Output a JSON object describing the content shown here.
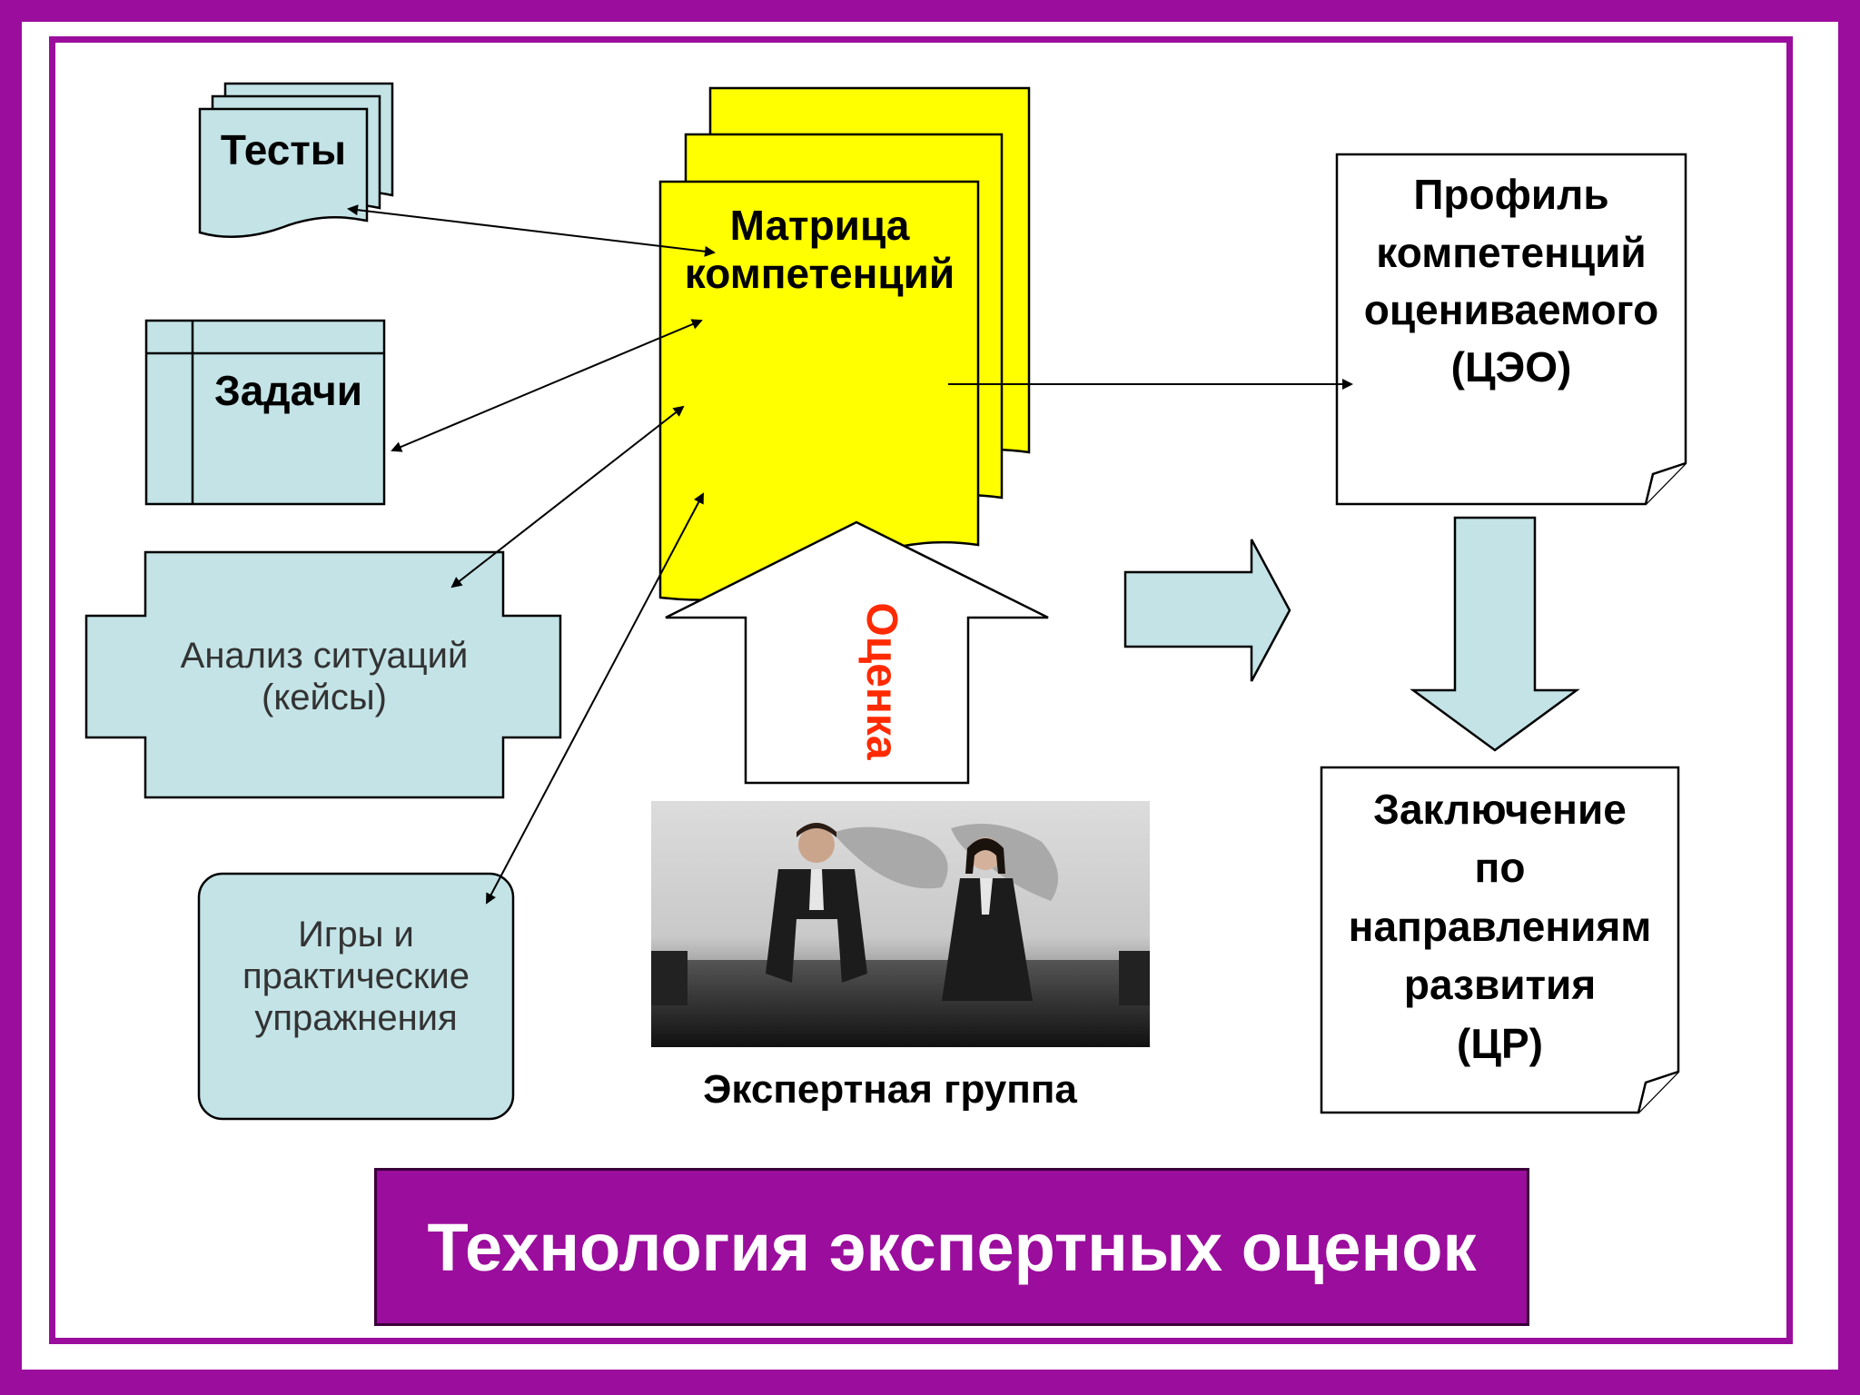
{
  "colors": {
    "frame": "#9b0d9c",
    "matrix_fill": "#ffff00",
    "box_fill": "#c3e3e6",
    "assessment_text": "#ff2a00"
  },
  "nodes": {
    "tests": "Тесты",
    "tasks": "Задачи",
    "case_analysis": {
      "line1": "Анализ ситуаций",
      "line2": "(кейсы)"
    },
    "games": {
      "line1": "Игры и",
      "line2": "практические",
      "line3": "упражнения"
    },
    "matrix": {
      "line1": "Матрица",
      "line2": "компетенций"
    },
    "assessment": "Оценка",
    "expert_group": "Экспертная группа",
    "profile": {
      "line1": "Профиль",
      "line2": "компетенций",
      "line3": "оцениваемого",
      "line4": "(ЦЭО)"
    },
    "conclusion": {
      "line1": "Заключение",
      "line2": "по",
      "line3": "направлениям",
      "line4": "развития",
      "line5": "(ЦР)"
    }
  },
  "title": "Технология экспертных оценок"
}
